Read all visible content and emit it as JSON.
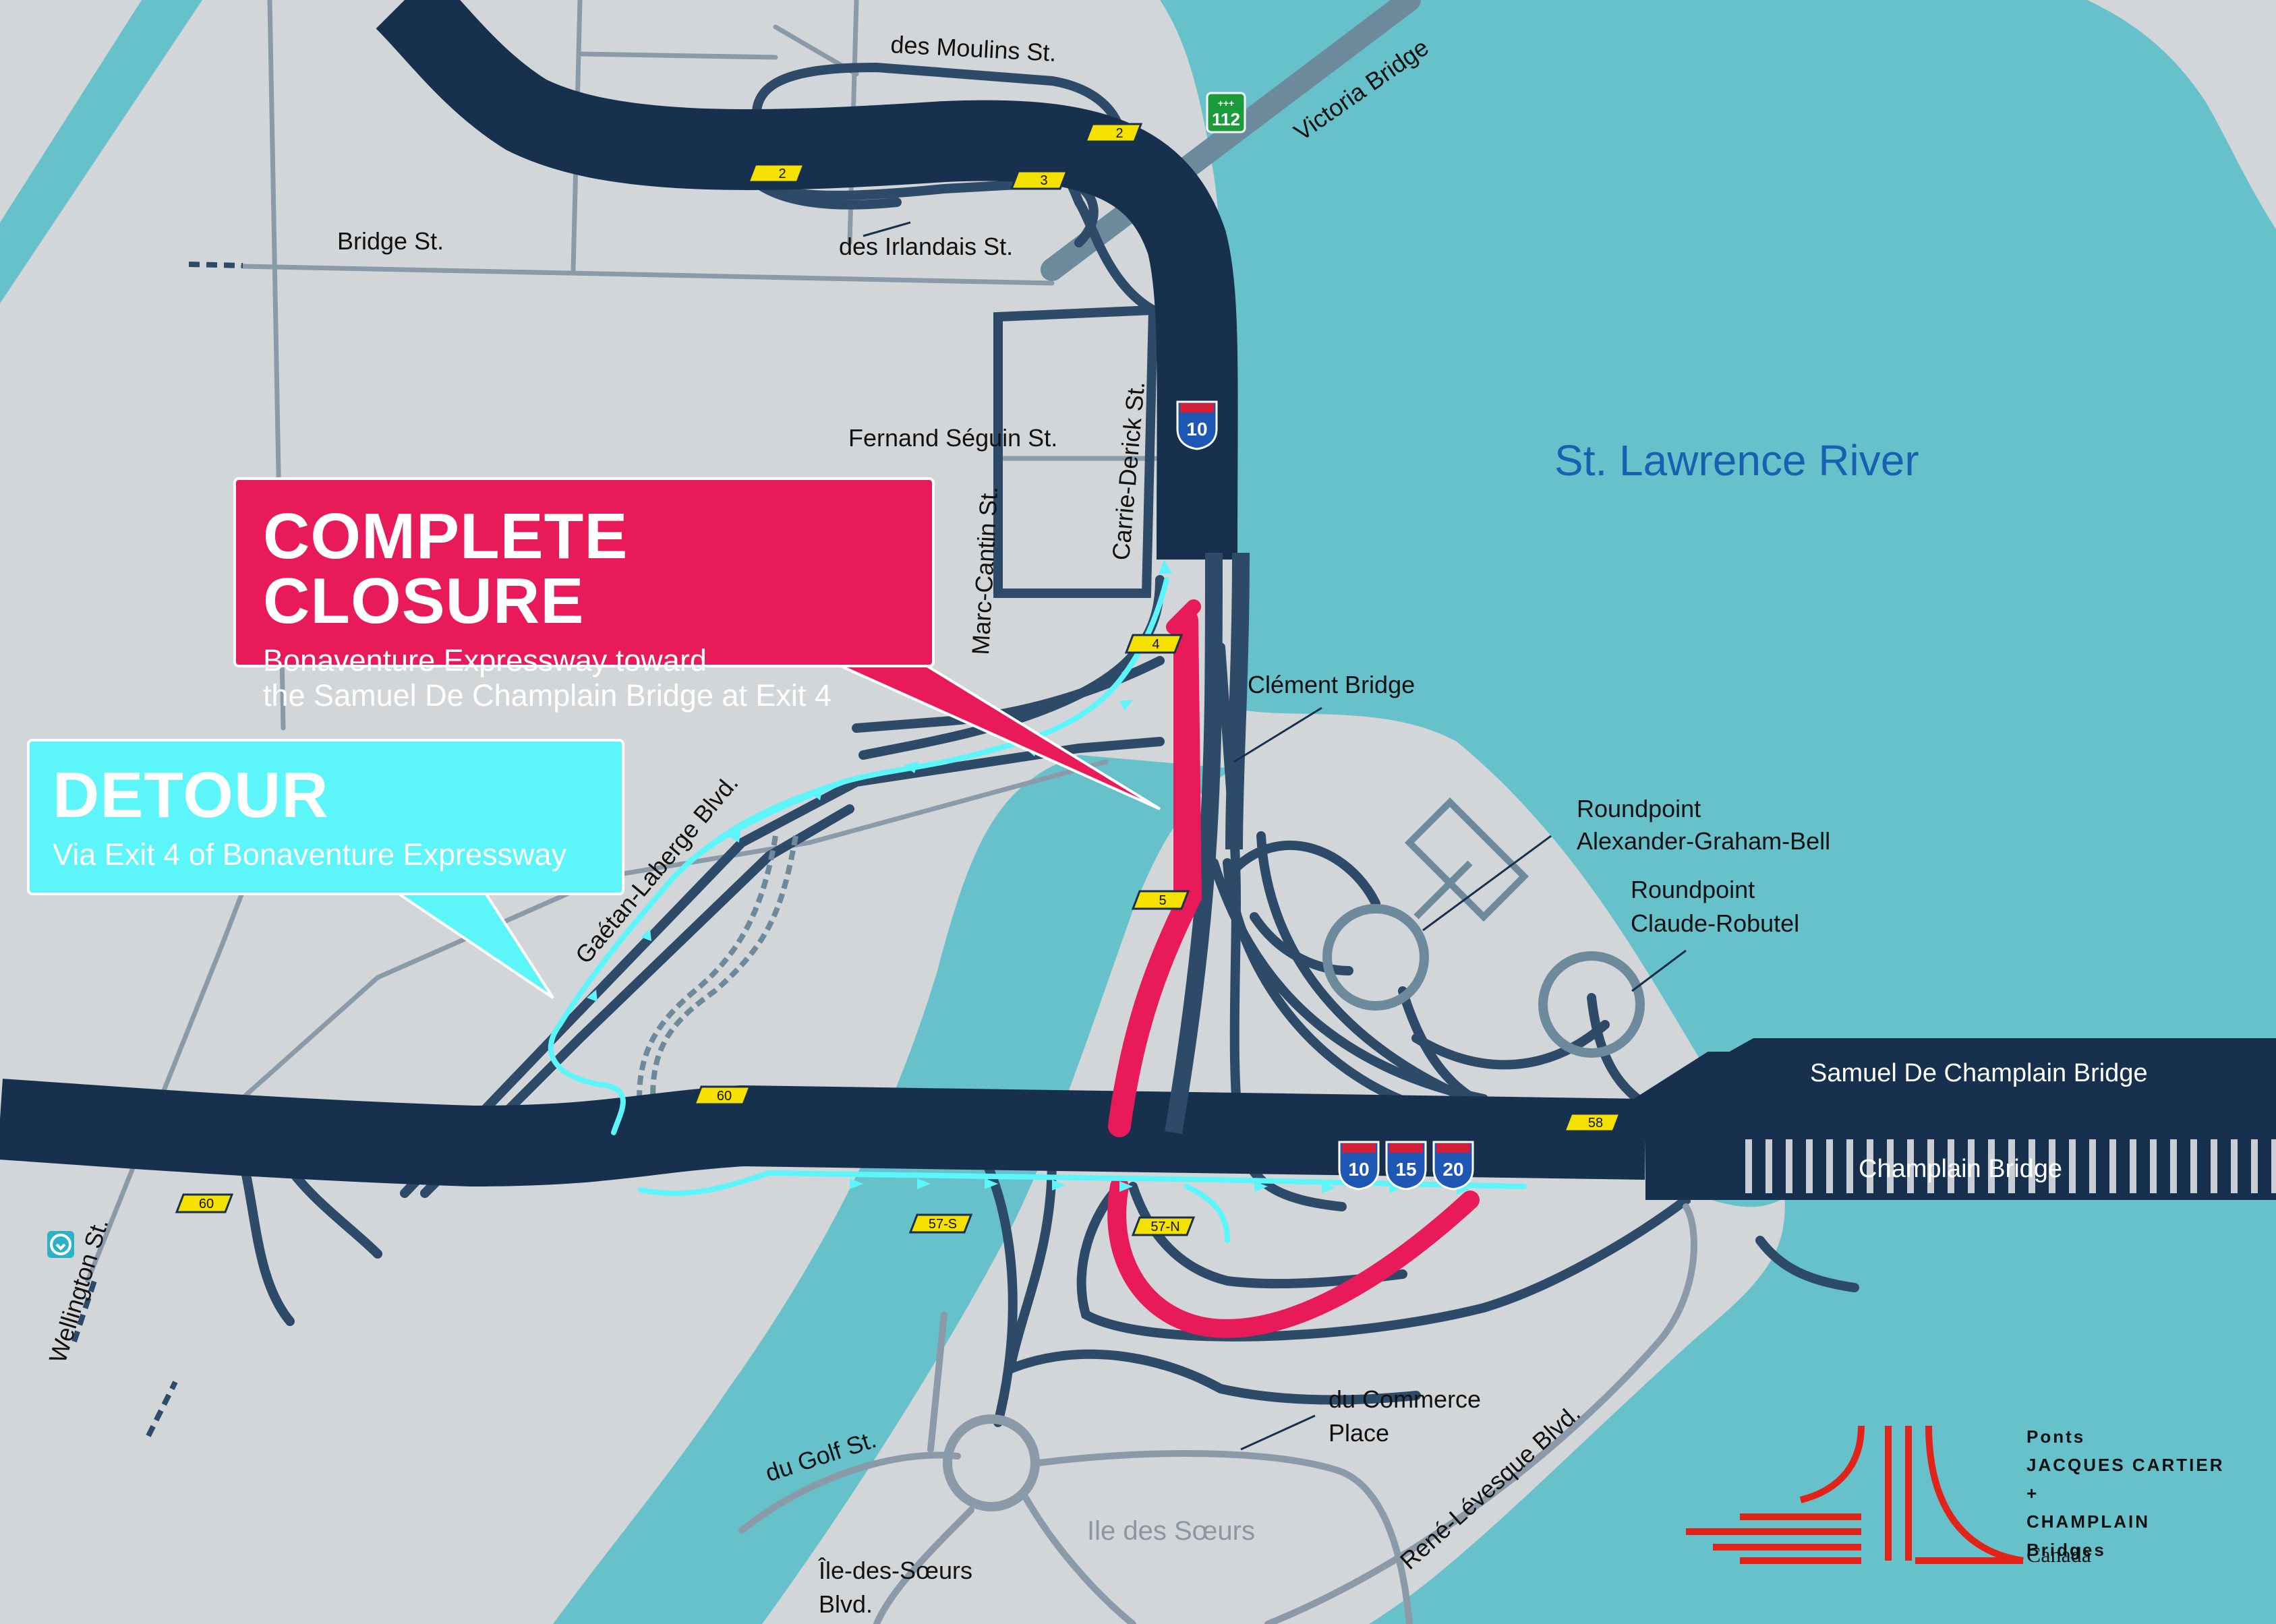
{
  "labels": {
    "river": "St. Lawrence River",
    "des_moulins": "des Moulins St.",
    "victoria_bridge": "Victoria Bridge",
    "bridge_st": "Bridge St.",
    "des_irlandais": "des Irlandais St.",
    "fernand_seguin": "Fernand Séguin St.",
    "carrie_derick": "Carrie-Derick St.",
    "marc_cantin": "Marc-Cantin St.",
    "clement_bridge": "Clément Bridge",
    "roundpoint_agb_1": "Roundpoint",
    "roundpoint_agb_2": "Alexander-Graham-Bell",
    "roundpoint_cr_1": "Roundpoint",
    "roundpoint_cr_2": "Claude-Robutel",
    "gaetan_laberge": "Gaétan-Laberge Blvd.",
    "samuel_bridge": "Samuel De Champlain Bridge",
    "champlain_bridge": "Champlain Bridge",
    "wellington": "Wellington St.",
    "du_golf": "du Golf St.",
    "commerce_1": "du Commerce",
    "commerce_2": "Place",
    "ile_blvd_1": "Île-des-Sœurs",
    "ile_blvd_2": "Blvd.",
    "ile_des_soeurs": "Ile des Sœurs",
    "rene_levesque": "René-Lévesque Blvd."
  },
  "exits": {
    "e2a": "2",
    "e2b": "2",
    "e3": "3",
    "e4": "4",
    "e5": "5",
    "e60a": "60",
    "e60b": "60",
    "e58": "58",
    "e57s": "57-S",
    "e57n": "57-N"
  },
  "shields": {
    "route112": "112",
    "a10_top": "10",
    "a10": "10",
    "a15": "15",
    "a20": "20"
  },
  "closure": {
    "title": "COMPLETE CLOSURE",
    "line1": "Bonaventure Expressway toward",
    "line2": "the Samuel De Champlain Bridge at Exit 4"
  },
  "detour": {
    "title": "DETOUR",
    "line1": "Via Exit 4 of Bonaventure Expressway"
  },
  "logo": {
    "line1": "Ponts",
    "line2": "JACQUES CARTIER +",
    "line3": "CHAMPLAIN",
    "line4": "Bridges",
    "canada": "Canada"
  },
  "colors": {
    "land": "#d3d6d9",
    "water": "#67c1cb",
    "highway": "#16304d",
    "road": "#2e4a69",
    "closure": "#e91a5a",
    "detour": "#5cf5fa",
    "exit_tab": "#f5e100"
  }
}
